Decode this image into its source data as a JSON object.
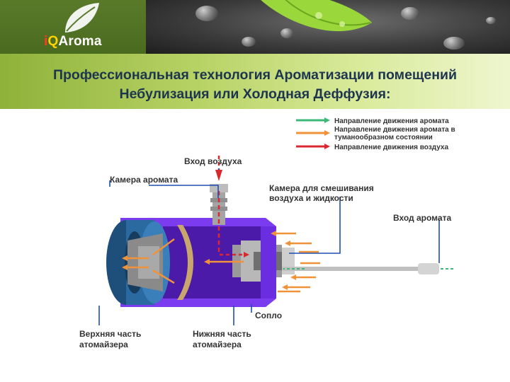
{
  "logo": {
    "i": "i",
    "q": "Q",
    "rest": "Aroma"
  },
  "title": {
    "line1": "Профессиональная технология Ароматизации помещений",
    "line2": "Небулизация или Холодная Деффузия:"
  },
  "legend": [
    {
      "label": "Направление движения аромата",
      "color": "#3cb878"
    },
    {
      "label": "Направление движения аромата в туманообразном состоянии",
      "line1": "Направление движения аромата в",
      "line2": "туманообразном состоянии",
      "color": "#f0923a"
    },
    {
      "label": "Направление движения воздуха",
      "color": "#d9282f"
    }
  ],
  "labels": {
    "air_in": "Вход воздуха",
    "aroma_chamber": "Камера аромата",
    "mix_chamber_1": "Камера для смешивания",
    "mix_chamber_2": "воздуха и жидкости",
    "aroma_in": "Вход аромата",
    "nozzle": "Сопло",
    "top_part_1": "Верхняя часть",
    "top_part_2": "атомайзера",
    "bottom_part_1": "Нижняя часть",
    "bottom_part_2": "атомайзера"
  },
  "colors": {
    "body_purple": "#7b3cf0",
    "dark_purple": "#4c1aa8",
    "cap_blue": "#1e5a8c",
    "aroma_arrow": "#f0923a",
    "air_arrow": "#d9282f",
    "green_arrow": "#3cb878"
  }
}
